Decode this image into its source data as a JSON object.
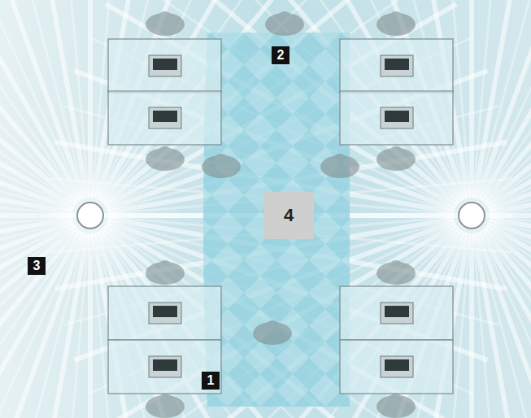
{
  "diagram": {
    "labels": [
      "2",
      "4",
      "3",
      "1"
    ]
  }
}
